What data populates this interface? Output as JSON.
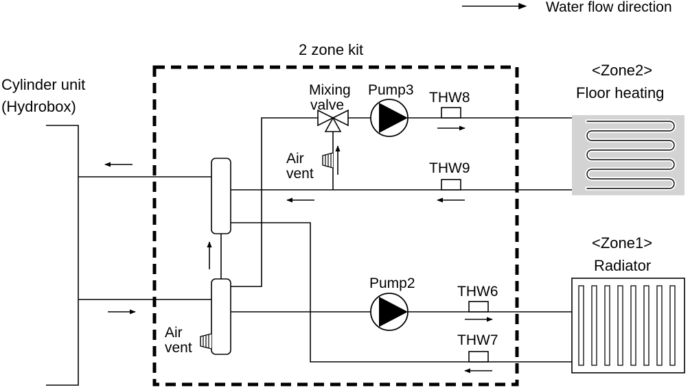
{
  "legend": {
    "label": "Water flow direction"
  },
  "kit": {
    "title": "2 zone kit"
  },
  "cylinder": {
    "line1": "Cylinder unit",
    "line2": "(Hydrobox)"
  },
  "zone2": {
    "line1": "<Zone2>",
    "line2": "Floor heating"
  },
  "zone1": {
    "line1": "<Zone1>",
    "line2": "Radiator"
  },
  "mixing_valve": {
    "line1": "Mixing",
    "line2": "valve"
  },
  "pumps": {
    "pump3": "Pump3",
    "pump2": "Pump2"
  },
  "sensors": {
    "thw8": "THW8",
    "thw9": "THW9",
    "thw6": "THW6",
    "thw7": "THW7"
  },
  "air_vent_upper": {
    "line1": "Air",
    "line2": "vent"
  },
  "air_vent_lower": {
    "line1": "Air",
    "line2": "vent"
  },
  "colors": {
    "floor_heating_fill": "#d3d3d3",
    "line": "#000000"
  }
}
